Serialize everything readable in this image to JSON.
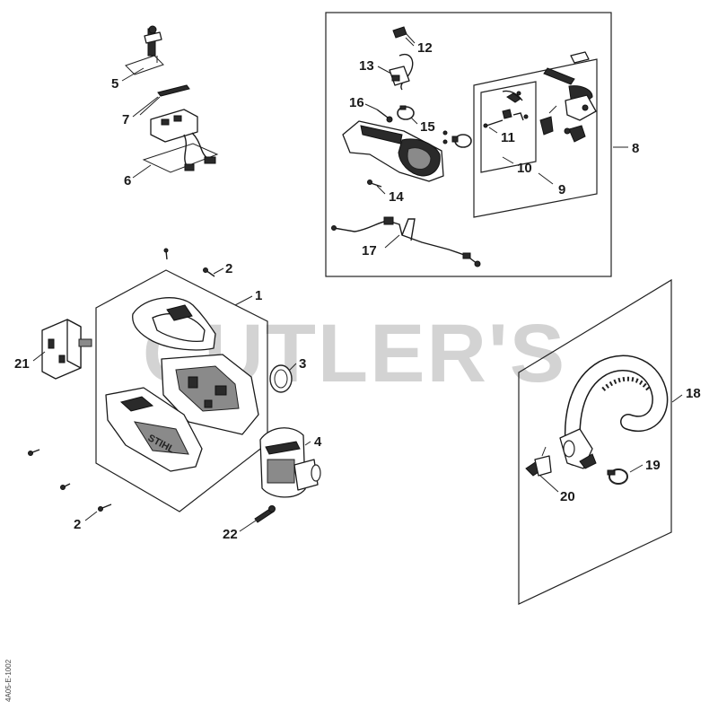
{
  "watermark": "CUTLER'S",
  "drawing_code": "4A05-E-1002",
  "housing_brand": "STIHL",
  "labels": {
    "l1": "1",
    "l2a": "2",
    "l2b": "2",
    "l3": "3",
    "l4": "4",
    "l5": "5",
    "l6": "6",
    "l7": "7",
    "l8": "8",
    "l9": "9",
    "l10": "10",
    "l11": "11",
    "l12": "12",
    "l13": "13",
    "l14": "14",
    "l15": "15",
    "l16": "16",
    "l17": "17",
    "l18": "18",
    "l19": "19",
    "l20": "20",
    "l21": "21",
    "l22": "22"
  },
  "colors": {
    "line": "#1a1a1a",
    "watermark": "#d3d3d3",
    "background": "#ffffff"
  }
}
